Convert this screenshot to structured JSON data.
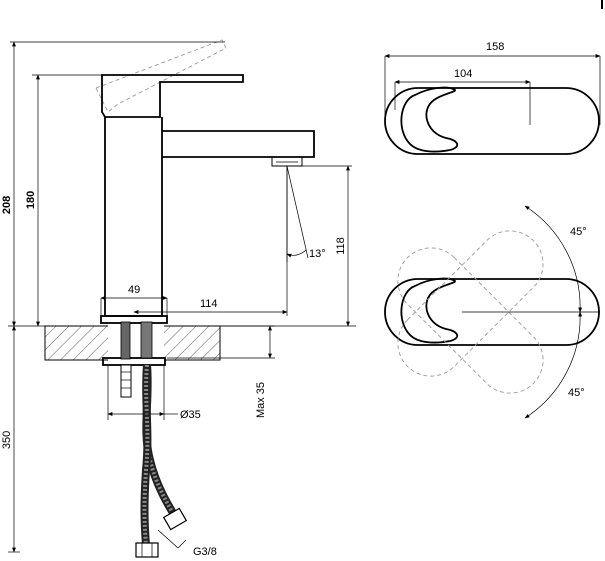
{
  "dimensions": {
    "total_height": "208",
    "spout_height": "180",
    "base_width": "49",
    "spout_reach": "114",
    "outlet_height": "118",
    "outlet_angle": "13°",
    "hose_length": "350",
    "mount_diameter": "Ø35",
    "max_thickness": "Max 35",
    "hose_thread": "G3/8",
    "top_total_width": "158",
    "top_lever_width": "104",
    "rotate_up": "45°",
    "rotate_down": "45°"
  },
  "colors": {
    "line": "#000000",
    "ghost": "#9a9a9a",
    "hatch": "#333333"
  }
}
